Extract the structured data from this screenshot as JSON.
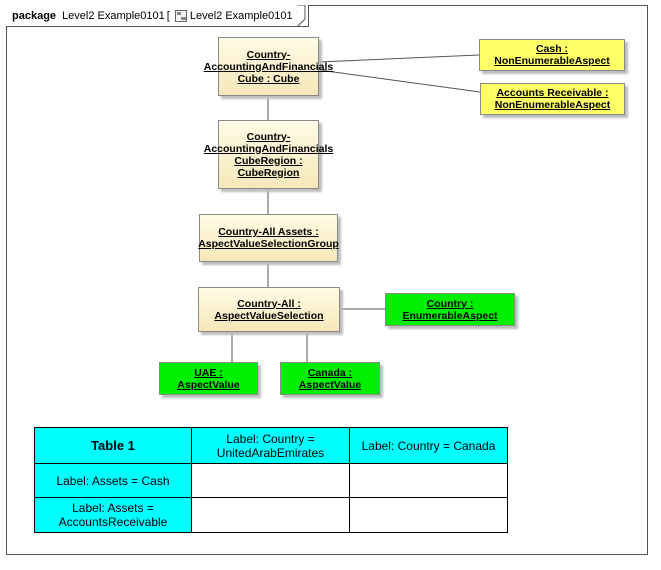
{
  "frame": {
    "keyword": "package",
    "name": "Level2 Example0101",
    "bracket_open": "[",
    "diagram_name": "Level2 Example0101",
    "bracket_close": "]"
  },
  "nodes": {
    "cube": "Country-AccountingAndFinancials Cube : Cube",
    "cube_region": "Country-AccountingAndFinancials CubeRegion : CubeRegion",
    "cash": "Cash : NonEnumerableAspect",
    "accounts_receivable": "Accounts Receivable : NonEnumerableAspect",
    "all_assets": "Country-All Assets : AspectValueSelectionGroup",
    "country_all": "Country-All : AspectValueSelection",
    "country_aspect": "Country : EnumerableAspect",
    "uae": "UAE : AspectValue",
    "canada": "Canada : AspectValue"
  },
  "table": {
    "title": "Table 1",
    "col_headers": [
      "Label: Country = UnitedArabEmirates",
      "Label: Country = Canada"
    ],
    "row_headers": [
      "Label: Assets = Cash",
      "Label: Assets = AccountsReceivable"
    ],
    "cells": [
      [
        "",
        ""
      ],
      [
        "",
        ""
      ]
    ]
  },
  "colors": {
    "beige": "#f5e7b8",
    "yellow": "#ffff66",
    "green": "#00ee00",
    "cyan": "#00ffff"
  }
}
